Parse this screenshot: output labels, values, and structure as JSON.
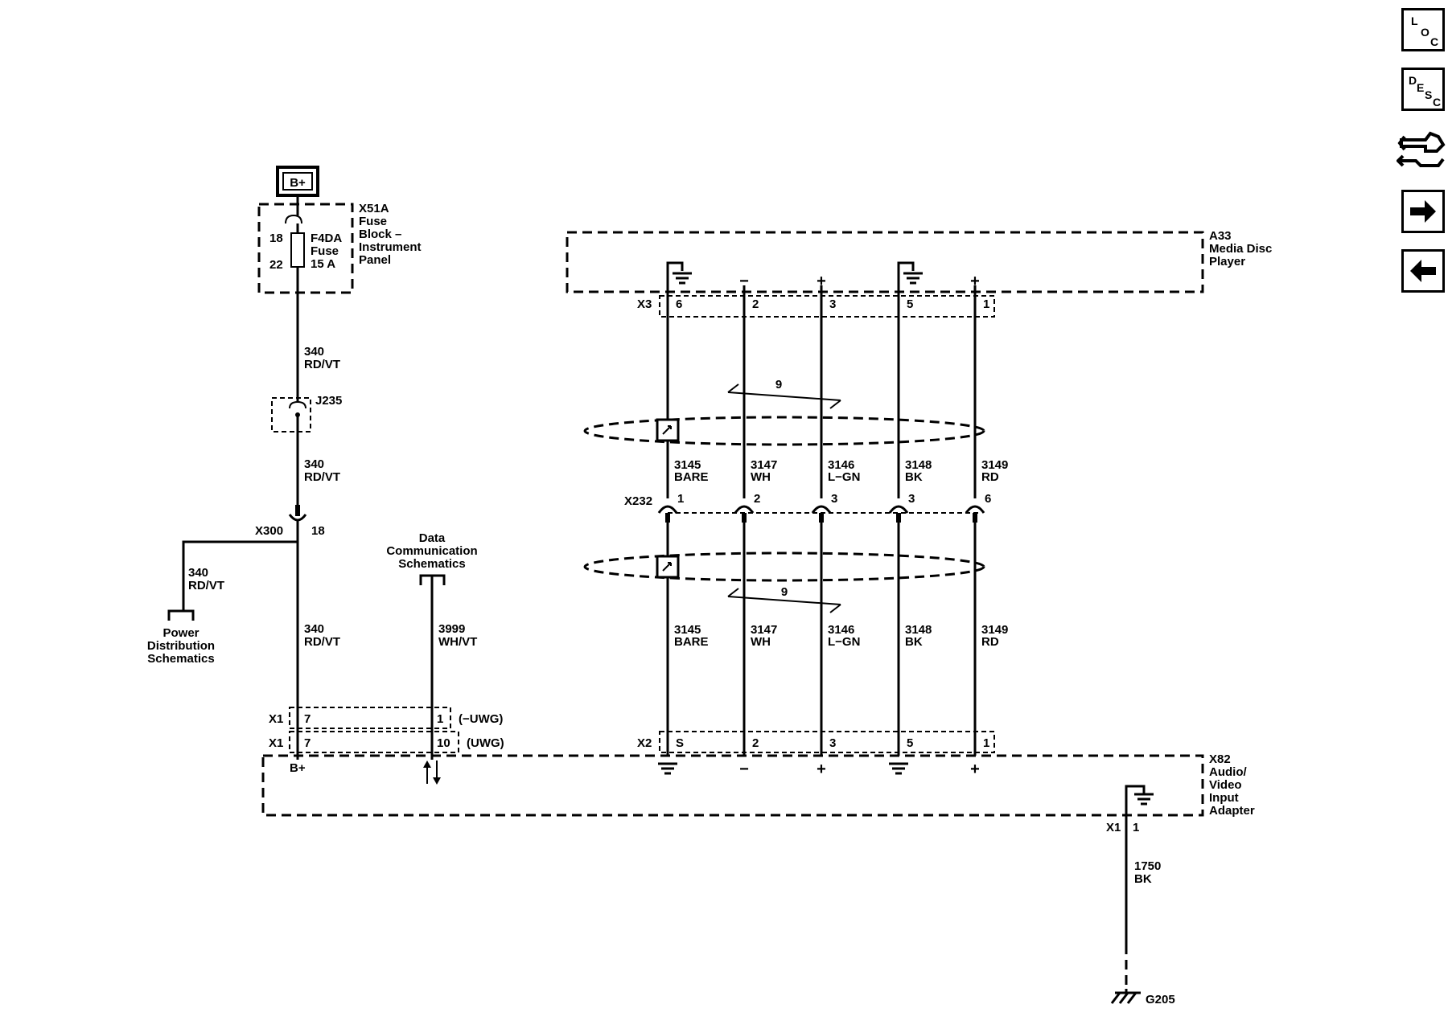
{
  "nav": {
    "loc": [
      "L",
      "O",
      "C"
    ],
    "desc": [
      "D",
      "E",
      "S",
      "C"
    ]
  },
  "power": {
    "battery": "B+",
    "fuse_block": [
      "X51A",
      "Fuse",
      "Block –",
      "Instrument",
      "Panel"
    ],
    "fuse_pin_in": "18",
    "fuse_pin_out": "22",
    "fuse_label": [
      "F4DA",
      "Fuse",
      "15 A"
    ],
    "wire1": [
      "340",
      "RD/VT"
    ],
    "splice": "J235",
    "wire2": [
      "340",
      "RD/VT"
    ],
    "x300": "X300",
    "x300_pin": "18",
    "branch_wire": [
      "340",
      "RD/VT"
    ],
    "power_dist": [
      "Power",
      "Distribution",
      "Schematics"
    ],
    "wire3": [
      "340",
      "RD/VT"
    ]
  },
  "data_comm": {
    "label": [
      "Data",
      "Communication",
      "Schematics"
    ],
    "wire": [
      "3999",
      "WH/VT"
    ]
  },
  "media_player": {
    "label": [
      "A33",
      "Media Disc",
      "Player"
    ],
    "connector": "X3",
    "pins": [
      "6",
      "2",
      "3",
      "5",
      "1"
    ],
    "signs": [
      "gnd",
      "−",
      "+",
      "gnd",
      "+"
    ],
    "twist_count": "9"
  },
  "wires_upper": [
    [
      "3145",
      "BARE"
    ],
    [
      "3147",
      "WH"
    ],
    [
      "3146",
      "L−GN"
    ],
    [
      "3148",
      "BK"
    ],
    [
      "3149",
      "RD"
    ]
  ],
  "x232": {
    "connector": "X232",
    "pins": [
      "1",
      "2",
      "3",
      "3",
      "6"
    ]
  },
  "wires_lower": [
    [
      "3145",
      "BARE"
    ],
    [
      "3147",
      "WH"
    ],
    [
      "3146",
      "L−GN"
    ],
    [
      "3148",
      "BK"
    ],
    [
      "3149",
      "RD"
    ]
  ],
  "twist_count_lower": "9",
  "x1_rows": [
    {
      "conn": "X1",
      "pin_left": "7",
      "pin_right": "1",
      "option": "(−UWG)"
    },
    {
      "conn": "X1",
      "pin_left": "7",
      "pin_right": "10",
      "option": "(UWG)"
    }
  ],
  "x2": {
    "connector": "X2",
    "pins": [
      "S",
      "2",
      "3",
      "5",
      "1"
    ],
    "signs": [
      "gnd",
      "−",
      "+",
      "gnd",
      "+"
    ]
  },
  "adapter": {
    "label": [
      "X82",
      "Audio/",
      "Video",
      "Input",
      "Adapter"
    ],
    "bplus": "B+",
    "ground_conn": "X1",
    "ground_pin": "1",
    "ground_wire": [
      "1750",
      "BK"
    ],
    "ground_id": "G205"
  }
}
